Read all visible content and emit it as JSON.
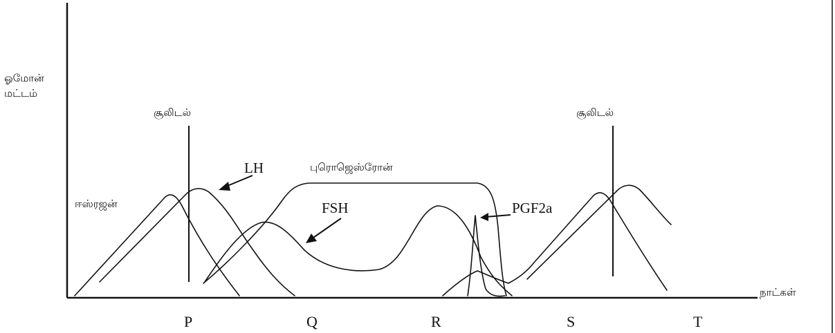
{
  "axes": {
    "y_label_line1": "ஓமோன்",
    "y_label_line2": "மட்டம்",
    "x_label": "நாட்கள்",
    "x_ticks": [
      "P",
      "Q",
      "R",
      "S",
      "T"
    ]
  },
  "markers": [
    {
      "label": "சூலிடல்"
    },
    {
      "label": "சூலிடல்"
    }
  ],
  "hormones": {
    "estrogen": "ஈஸ்ரஜன்",
    "lh": "LH",
    "progesterone": "புரொஜெஸ்ரோன்",
    "fsh": "FSH",
    "pgf2a": "PGF2a"
  }
}
